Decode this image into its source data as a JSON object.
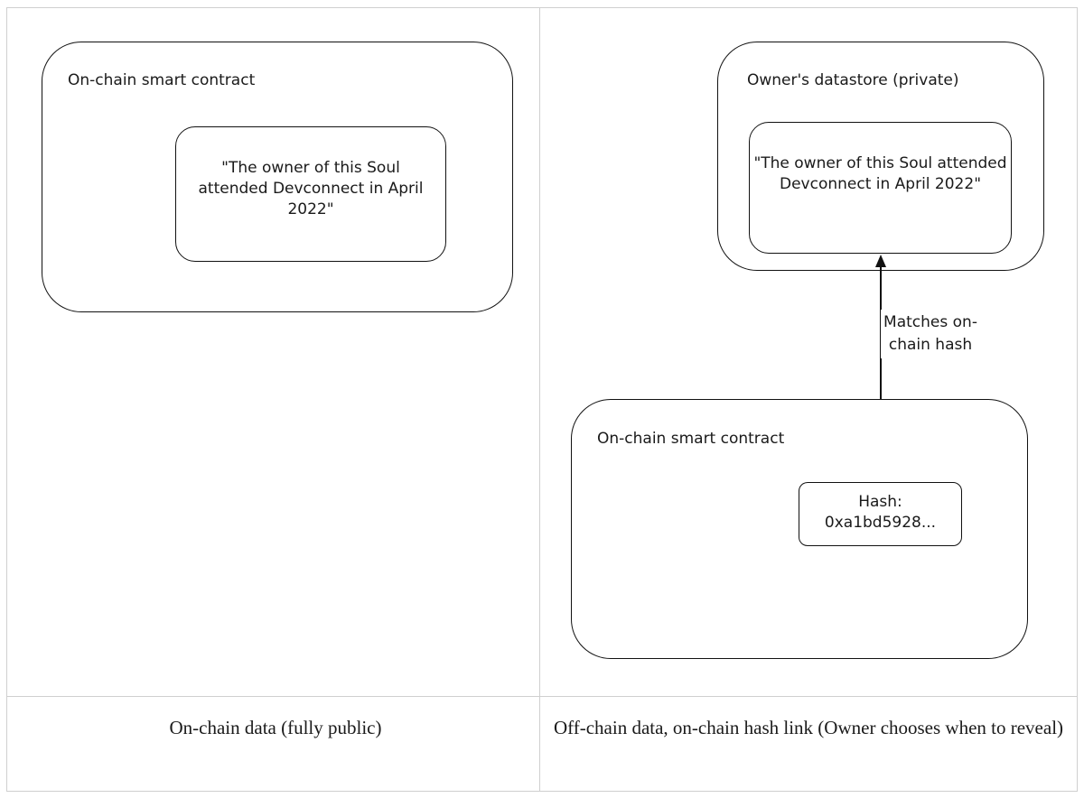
{
  "left_panel": {
    "outer_label": "On-chain smart contract",
    "statement": "\"The owner of this Soul attended Devconnect in April 2022\"",
    "caption": "On-chain data (fully public)"
  },
  "right_panel": {
    "datastore_label": "Owner's datastore (private)",
    "statement": "\"The owner of this Soul attended Devconnect in April 2022\"",
    "arrow_label": "Matches on-chain hash",
    "contract_label": "On-chain smart contract",
    "hash_text": "Hash: 0xa1bd5928...",
    "caption": "Off-chain data, on-chain hash link (Owner chooses when to reveal)"
  }
}
